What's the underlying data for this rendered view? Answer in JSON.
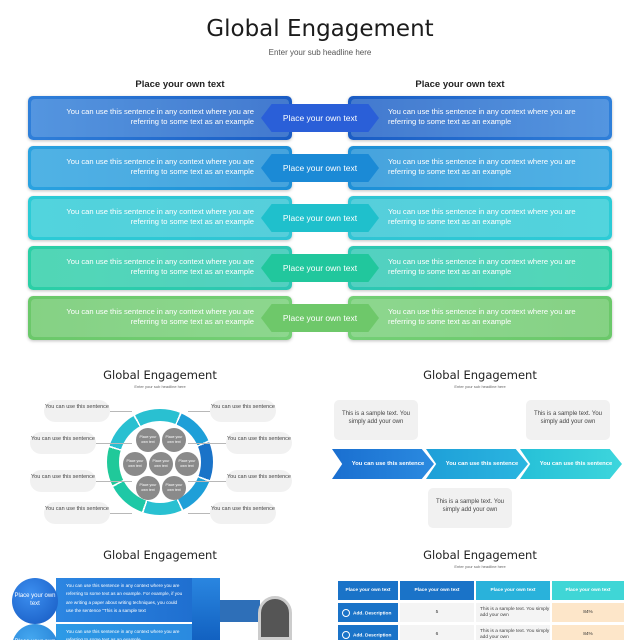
{
  "header": {
    "title": "Global Engagement",
    "subtitle": "Enter your sub headline here",
    "left_column_heading": "Place your own text",
    "right_column_heading": "Place your own text"
  },
  "rows": [
    {
      "left_text": "You can use this sentence in any context where you are referring to some text as an example",
      "center_label": "Place your own text",
      "right_text": "You can use this sentence in any context where you are referring to some text as an example",
      "color_start": "#2f7fd9",
      "color_end": "#1a5cc4",
      "center_color": "#2a5fd8"
    },
    {
      "left_text": "You can use this sentence in any context where you are referring to some text as an example",
      "center_label": "Place your own text",
      "right_text": "You can use this sentence in any context where you are referring to some text as an example",
      "color_start": "#2aa2e0",
      "color_end": "#1e8fd6",
      "center_color": "#1b8ad6"
    },
    {
      "left_text": "You can use this sentence in any context where you are referring to some text as an example",
      "center_label": "Place your own text",
      "right_text": "You can use this sentence in any context where you are referring to some text as an example",
      "color_start": "#2ccbd6",
      "color_end": "#31c4d4",
      "center_color": "#1fc0cc"
    },
    {
      "left_text": "You can use this sentence in any context where you are referring to some text as an example",
      "center_label": "Place your own text",
      "right_text": "You can use this sentence in any context where you are referring to some text as an example",
      "color_start": "#2bcfa6",
      "color_end": "#2ec6b4",
      "center_color": "#21c79d"
    },
    {
      "left_text": "You can use this sentence in any context where you are referring to some text as an example",
      "center_label": "Place your own text",
      "right_text": "You can use this sentence in any context where you are referring to some text as an example",
      "color_start": "#6bc86a",
      "color_end": "#74cf76",
      "center_color": "#6ec86a"
    }
  ],
  "thumb1": {
    "title": "Global Engagement",
    "subtitle": "Enter your sub headline here",
    "bubble_text": "You can use this sentence",
    "dot_text": "Place your own text"
  },
  "thumb2": {
    "title": "Global Engagement",
    "subtitle": "Enter your sub headline here",
    "card_text": "This is a sample text. You simply add your own",
    "chevron_text": "You can use this sentence"
  },
  "thumb3": {
    "title": "Global Engagement",
    "circle_text": "Place your own text",
    "bar_text": "You can use this sentence in any context where you are referring to some text as an example. For example, if you are writing a paper about writing techniques, you could use the sentence \"This is a sample text",
    "bar_text_2": "You can use this sentence in any context where you are referring to some text as an example"
  },
  "thumb4": {
    "title": "Global Engagement",
    "subtitle": "Enter your sub headline here",
    "header_text": "Place your own text",
    "row_label": "Add. Description",
    "values": [
      "5",
      "6"
    ],
    "cell_text": "This is a sample text. You simply add your own",
    "percent": "84%"
  },
  "colors": {
    "blue": "#1a73c8",
    "cyan": "#29b2db",
    "teal": "#20c99a",
    "green": "#6ec86a"
  }
}
